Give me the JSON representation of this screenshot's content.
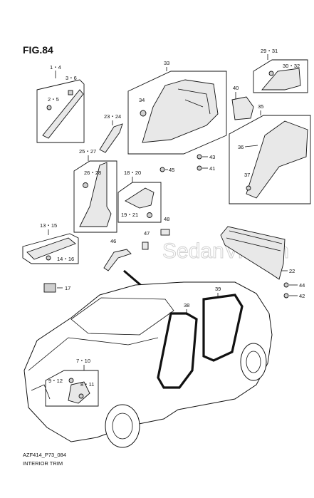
{
  "figure": {
    "title": "FIG.84",
    "code": "AZF414_P73_084",
    "caption": "INTERIOR TRIM",
    "watermark": "SedanViet.vn"
  },
  "callouts": {
    "c1_4": "1・4",
    "c3_6": "3・6",
    "c2_5": "2・5",
    "c33": "33",
    "c34": "34",
    "c29_31": "29・31",
    "c30_32": "30・32",
    "c40": "40",
    "c35": "35",
    "c36": "36",
    "c37": "37",
    "c23_24": "23・24",
    "c25_27": "25・27",
    "c26_28": "26・28",
    "c18_20": "18・20",
    "c19_21": "19・21",
    "c43": "43",
    "c45": "45",
    "c41": "41",
    "c48": "48",
    "c47": "47",
    "c46": "46",
    "c13_15": "13・15",
    "c14_16": "14・16",
    "c17": "17",
    "c22": "22",
    "c44": "44",
    "c42": "42",
    "c38": "38",
    "c39": "39",
    "c7_10": "7・10",
    "c9_12": "9・12",
    "c8_11": "8・11"
  }
}
